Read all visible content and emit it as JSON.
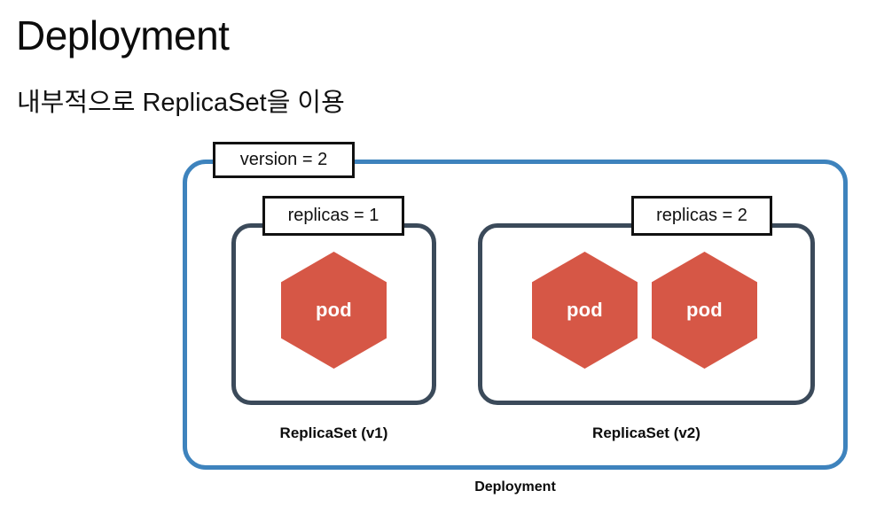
{
  "slide": {
    "title": "Deployment",
    "subtitle": "내부적으로 ReplicaSet을 이용"
  },
  "diagram": {
    "type": "kubernetes-architecture-diagram",
    "deployment": {
      "caption": "Deployment",
      "border_color": "#3E83BD",
      "property": {
        "label": "version = 2",
        "key": "version",
        "value": "2"
      },
      "replicasets": [
        {
          "caption": "ReplicaSet (v1)",
          "border_color": "#3B4A5A",
          "property": {
            "label": "replicas = 1",
            "key": "replicas",
            "value": "1"
          },
          "pods": [
            {
              "label": "pod",
              "color": "#D65746"
            }
          ]
        },
        {
          "caption": "ReplicaSet (v2)",
          "border_color": "#3B4A5A",
          "property": {
            "label": "replicas = 2",
            "key": "replicas",
            "value": "2"
          },
          "pods": [
            {
              "label": "pod",
              "color": "#D65746"
            },
            {
              "label": "pod",
              "color": "#D65746"
            }
          ]
        }
      ]
    }
  }
}
